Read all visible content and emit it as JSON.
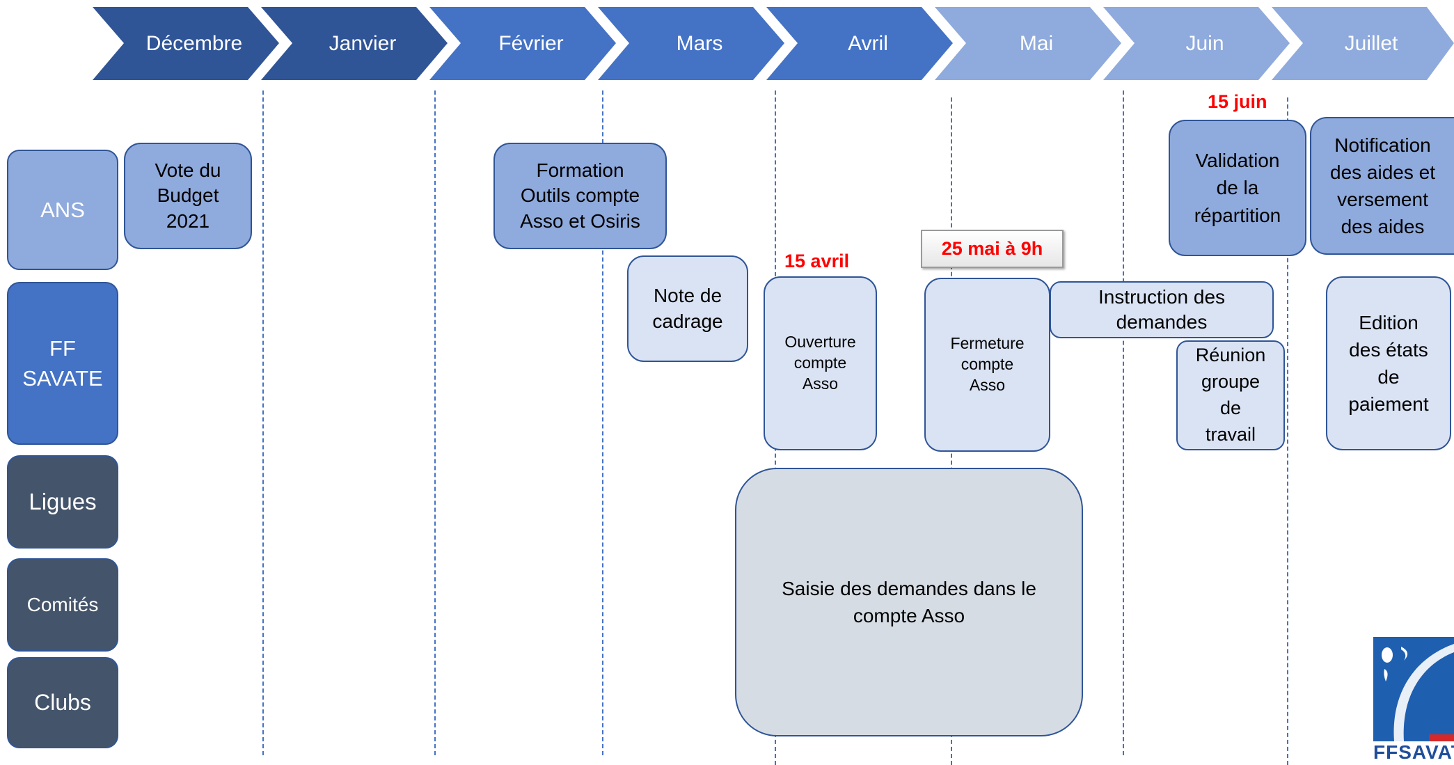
{
  "months": [
    {
      "label": "Décembre",
      "color": "#2f5597"
    },
    {
      "label": "Janvier",
      "color": "#2f5597"
    },
    {
      "label": "Février",
      "color": "#4472c4"
    },
    {
      "label": "Mars",
      "color": "#4472c4"
    },
    {
      "label": "Avril",
      "color": "#4472c4"
    },
    {
      "label": "Mai",
      "color": "#8faadc"
    },
    {
      "label": "Juin",
      "color": "#8faadc"
    },
    {
      "label": "Juillet",
      "color": "#8faadc"
    }
  ],
  "roles": {
    "ans": "ANS",
    "ff_savate": "FF\nSAVATE",
    "ligues": "Ligues",
    "comites": "Comités",
    "clubs": "Clubs"
  },
  "role_colors": {
    "ans": "#8faadc",
    "ff_savate": "#4472c4",
    "ligues": "#44546a",
    "comites": "#44546a",
    "clubs": "#44546a"
  },
  "tasks": {
    "vote_budget": "Vote du\nBudget\n2021",
    "formation": "Formation\nOutils compte\nAsso et Osiris",
    "note_cadrage": "Note de\ncadrage",
    "ouverture": "Ouverture\ncompte\nAsso",
    "fermeture": "Fermeture\ncompte\nAsso",
    "instruction": "Instruction des\ndemandes",
    "reunion": "Réunion\ngroupe\nde\ntravail",
    "validation": "Validation\nde la\nrépartition",
    "notification": "Notification\ndes aides et\nversement\ndes aides",
    "edition": "Edition\ndes  états\nde\npaiement",
    "saisie": "Saisie des demandes dans le\ncompte Asso"
  },
  "dates": {
    "avril": "15 avril",
    "mai": "25 mai à 9h",
    "juin": "15 juin"
  },
  "logo": {
    "text": "FFSAVAT",
    "icon": "ff-savate-logo"
  }
}
